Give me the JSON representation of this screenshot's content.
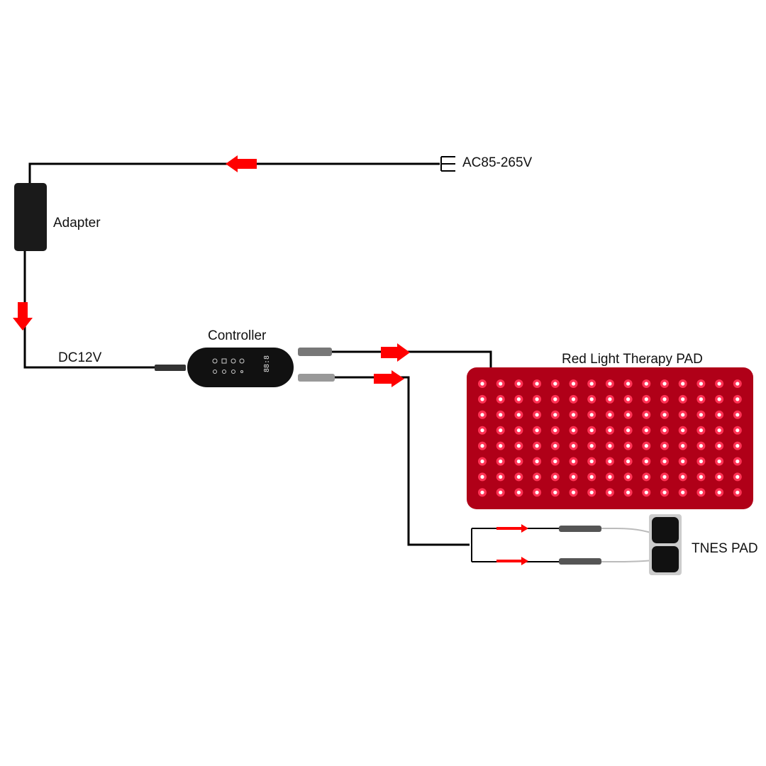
{
  "labels": {
    "ac": "AC85-265V",
    "adapter": "Adapter",
    "dc": "DC12V",
    "controller": "Controller",
    "pad": "Red Light Therapy PAD",
    "tnes": "TNES PAD"
  },
  "controller_display": "88:8",
  "colors": {
    "arrow": "#ff0000",
    "led": "#ff3355",
    "pad": "#b00018",
    "wire": "#000000"
  },
  "led_grid": {
    "rows": 8,
    "columns": 15
  }
}
